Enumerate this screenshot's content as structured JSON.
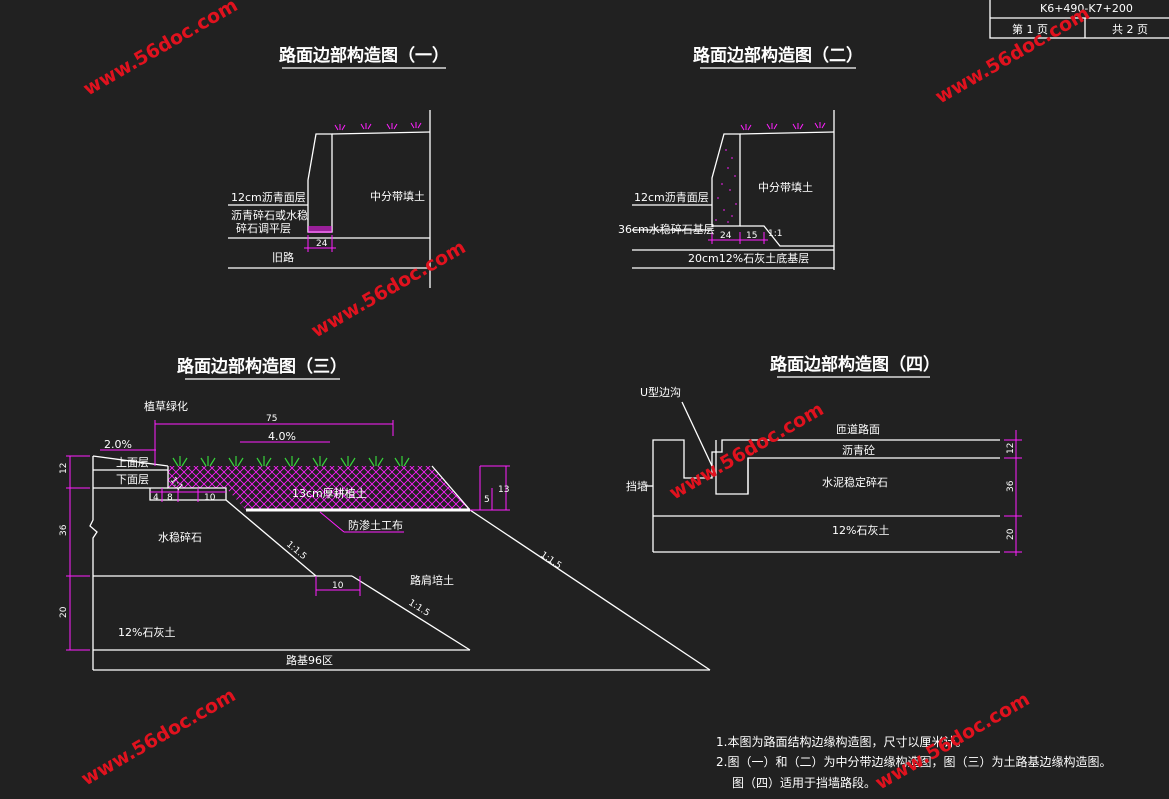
{
  "titleblock": {
    "range": "K6+490-K7+200",
    "page_label": "第 1 页",
    "total_label": "共 2 页"
  },
  "fig1": {
    "title": "路面边部构造图（一）",
    "labels": {
      "asphalt": "12cm沥青面层",
      "leveling_1": "沥青碎石或水稳",
      "leveling_2": "碎石调平层",
      "median_fill": "中分带填土",
      "old_road": "旧路",
      "dim_24": "24"
    }
  },
  "fig2": {
    "title": "路面边部构造图（二）",
    "labels": {
      "asphalt": "12cm沥青面层",
      "base": "36cm水稳碎石基层",
      "median_fill": "中分带填土",
      "subbase": "20cm12%石灰土底基层",
      "dim_24": "24",
      "dim_15": "15",
      "slope": "1:1"
    }
  },
  "fig3": {
    "title": "路面边部构造图（三）",
    "labels": {
      "planting": "植草绿化",
      "slope_left": "2.0%",
      "slope_right": "4.0%",
      "dim_75": "75",
      "upper": "上面层",
      "lower": "下面层",
      "topsoil": "13cm厚耕植土",
      "geotextile": "防渗土工布",
      "stab_gravel": "水稳碎石",
      "shoulder_fill": "路肩培土",
      "lime_soil": "12%石灰土",
      "subgrade": "路基96区",
      "dim_12": "12",
      "dim_36": "36",
      "dim_20": "20",
      "dim_4": "4",
      "dim_8": "8",
      "dim_10a": "10",
      "dim_10b": "10",
      "dim_5": "5",
      "dim_13": "13",
      "slope_1_1": "1:1",
      "slope_15a": "1:1.5",
      "slope_15b": "1:1.5",
      "slope_15c": "1:1.5"
    }
  },
  "fig4": {
    "title": "路面边部构造图（四）",
    "labels": {
      "u_ditch": "U型边沟",
      "wall": "挡墙",
      "road_surface": "匝道路面",
      "asphalt_conc": "沥青砼",
      "cement_gravel": "水泥稳定碎石",
      "lime_soil": "12%石灰土",
      "dim_12": "12",
      "dim_36": "36",
      "dim_20": "20"
    }
  },
  "notes": [
    "1.本图为路面结构边缘构造图，尺寸以厘米计。",
    "2.图（一）和（二）为中分带边缘构造图，图（三）为土路基边缘构造图。",
    "图（四）适用于挡墙路段。"
  ],
  "watermark": "www.56doc.com",
  "colors": {
    "background": "#212121",
    "linework": "#ffffff",
    "dimension": "#ff20ff",
    "grass": "#37d43b",
    "watermark": "#e0121e"
  }
}
